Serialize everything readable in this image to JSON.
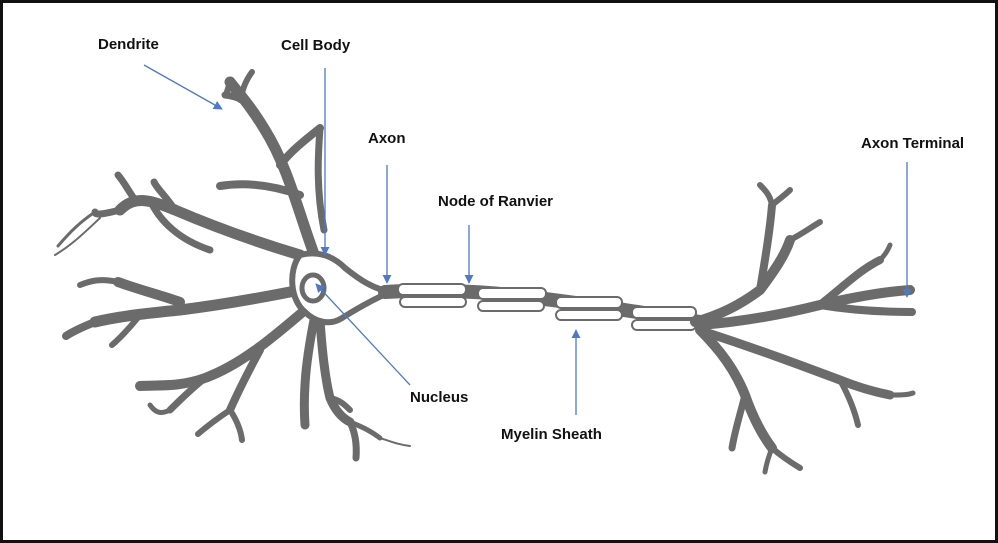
{
  "labels": {
    "dendrite": "Dendrite",
    "cell_body": "Cell Body",
    "axon": "Axon",
    "node_of_ranvier": "Node of Ranvier",
    "axon_terminal": "Axon Terminal",
    "nucleus": "Nucleus",
    "myelin_sheath": "Myelin Sheath"
  },
  "colors": {
    "neuron": "#6b6b6b",
    "arrow": "#4f79c6",
    "border": "#111111",
    "background": "#ffffff"
  }
}
